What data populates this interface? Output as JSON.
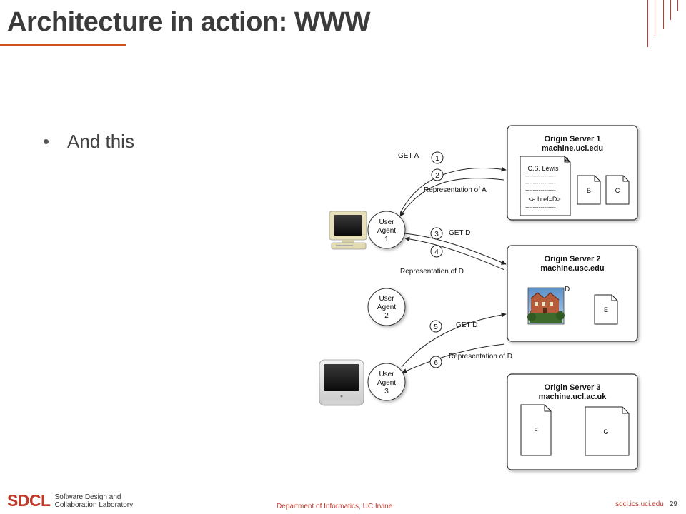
{
  "slide": {
    "title": "Architecture in action: WWW",
    "bullets": [
      "And this"
    ]
  },
  "diagram": {
    "servers": [
      {
        "name": "Origin Server 1",
        "host": "machine.uci.edu"
      },
      {
        "name": "Origin Server 2",
        "host": "machine.usc.edu"
      },
      {
        "name": "Origin Server 3",
        "host": "machine.ucl.ac.uk"
      }
    ],
    "agents": [
      {
        "line1": "User",
        "line2": "Agent",
        "line3": "1"
      },
      {
        "line1": "User",
        "line2": "Agent",
        "line3": "2"
      },
      {
        "line1": "User",
        "line2": "Agent",
        "line3": "3"
      }
    ],
    "docs": {
      "A": "A",
      "A_title": "C.S. Lewis",
      "A_link": "<a href=D>",
      "A_dashes": "----------------",
      "B": "B",
      "C": "C",
      "D": "D",
      "E": "E",
      "F": "F",
      "G": "G"
    },
    "steps": [
      {
        "num": "1",
        "label": "GET A"
      },
      {
        "num": "2",
        "label": "Representation of A"
      },
      {
        "num": "3",
        "label": "GET D"
      },
      {
        "num": "4",
        "label": "Representation of D"
      },
      {
        "num": "5",
        "label": "GET D"
      },
      {
        "num": "6",
        "label": "Representation of D"
      }
    ]
  },
  "footer": {
    "logo": "SDCL",
    "lab_line1": "Software Design and",
    "lab_line2": "Collaboration  Laboratory",
    "department": "Department of Informatics, UC Irvine",
    "url": "sdcl.ics.uci.edu",
    "page": "29"
  }
}
